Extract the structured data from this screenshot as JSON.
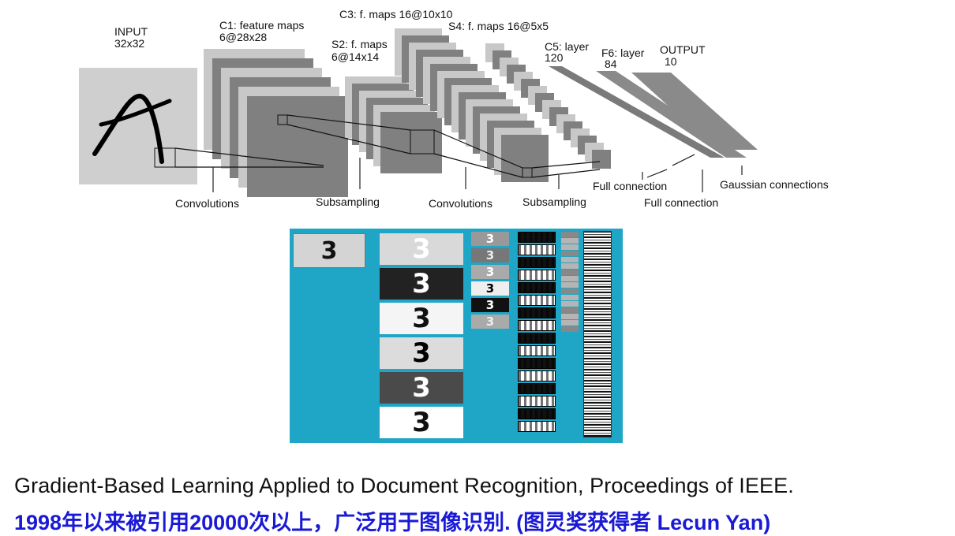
{
  "layers": {
    "input": {
      "name": "INPUT",
      "size": "32x32"
    },
    "c1": {
      "name": "C1: feature maps",
      "size": "6@28x28"
    },
    "s2": {
      "name": "S2: f. maps",
      "size": "6@14x14"
    },
    "c3": {
      "name": "C3: f. maps 16@10x10"
    },
    "s4": {
      "name": "S4: f. maps 16@5x5"
    },
    "c5": {
      "name": "C5: layer",
      "size": "120"
    },
    "f6": {
      "name": "F6: layer",
      "size": "84"
    },
    "output": {
      "name": "OUTPUT",
      "size": "10"
    }
  },
  "operations": {
    "conv1": "Convolutions",
    "sub1": "Subsampling",
    "conv2": "Convolutions",
    "sub2": "Subsampling",
    "full1": "Full connection",
    "full2": "Full connection",
    "gauss": "Gaussian connections"
  },
  "activation_viz": {
    "input_digit": "3",
    "map_digit": "3",
    "background_color": "#1fa6c6"
  },
  "citation": {
    "line1": "Gradient-Based Learning Applied to Document Recognition, Proceedings of IEEE.",
    "line2": "1998年以来被引用20000次以上，广泛用于图像识别. (图灵奖获得者 Lecun Yan)"
  },
  "colors": {
    "citation_line2": "#1a1ad6"
  }
}
